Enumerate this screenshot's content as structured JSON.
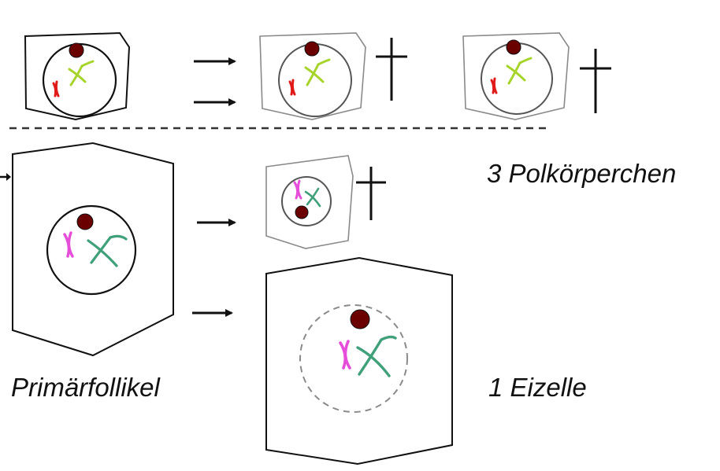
{
  "labels": {
    "polar_bodies": "3 Polkörperchen",
    "primary_follicle": "Primärfollikel",
    "egg_cell": "1 Eizelle"
  },
  "colors": {
    "outline_dark": "#111111",
    "outline_gray": "#8a8a8a",
    "nucleolus": "#6b0000",
    "chromosome_red": "#e01919",
    "chromosome_lime": "#a6d42b",
    "chromosome_magenta": "#e64dd9",
    "chromosome_green": "#3fa07a",
    "divider": "#333333"
  },
  "icons": {
    "death_mark": "latin-cross",
    "arrow": "right-arrow"
  }
}
